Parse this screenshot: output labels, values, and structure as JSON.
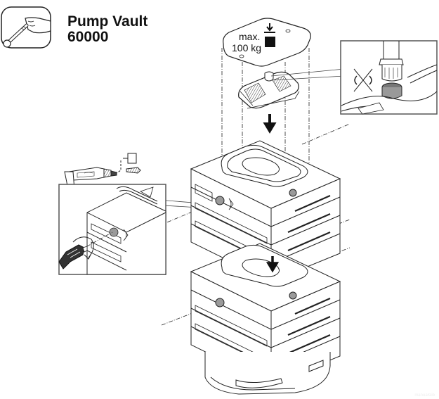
{
  "header": {
    "title_line1": "Pump Vault",
    "title_line2": "60000",
    "tool_icon": "wrench-hand-icon"
  },
  "lid": {
    "label_line1": "max.",
    "label_line2": "100 kg",
    "weight_icon": "weight-down-arrow-icon"
  },
  "illustration": {
    "components": [
      "lid",
      "pump",
      "upper-vault-module",
      "lower-vault-module",
      "vault-base",
      "drill",
      "hole-saw-bit",
      "cable-gland",
      "hose-connector-detail"
    ],
    "detail_callouts": [
      {
        "name": "hose-connector-detail",
        "icon": "do-not-twist-icon"
      },
      {
        "name": "cable-entry-detail",
        "icon": "rotate-arrow-icon"
      }
    ]
  },
  "colors": {
    "line": "#222222",
    "fill": "#ffffff",
    "shade": "#9a9a9a",
    "frame": "#555555"
  },
  "watermark": "manualslib"
}
